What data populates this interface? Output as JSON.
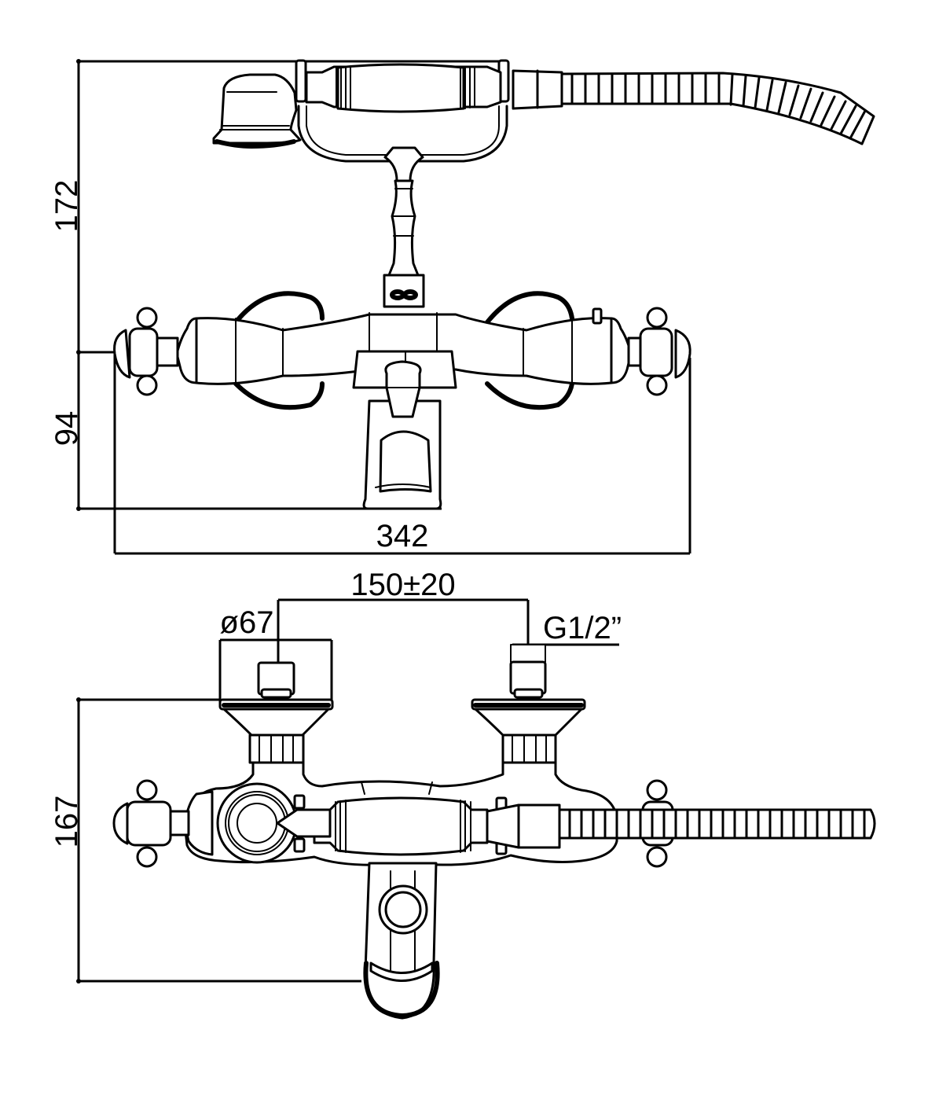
{
  "drawing": {
    "subject": "Wall-mounted thermostatic bath mixer with hand shower",
    "line_color": "#000000",
    "background_color": "#ffffff",
    "views": [
      {
        "name": "elevation",
        "dimensions": {
          "overall_height": "172",
          "body_height": "94",
          "overall_width": "342"
        }
      },
      {
        "name": "plan",
        "dimensions": {
          "connection_centers": "150±20",
          "escutcheon_diameter": "ø67",
          "thread": "G1/2”",
          "projection": "167"
        }
      }
    ]
  }
}
